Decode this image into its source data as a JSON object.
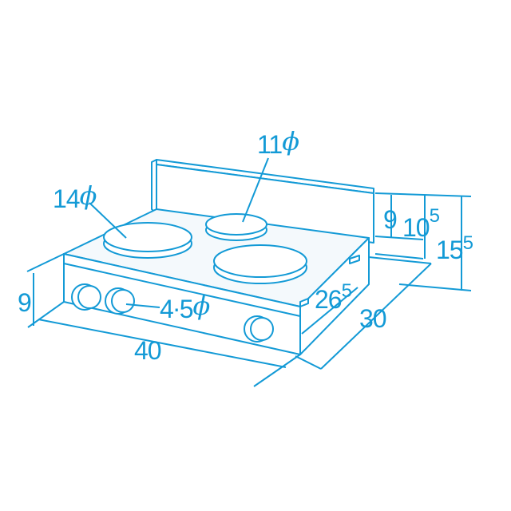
{
  "colors": {
    "outline": "#139ad6",
    "fill": "#ffffff",
    "surface": "#f4f9fc"
  },
  "burners": {
    "large_front": {
      "whole": "14",
      "phi": "ϕ"
    },
    "small_back": {
      "whole": "11",
      "phi": "ϕ"
    }
  },
  "knob": {
    "whole": "4",
    "decimal": "5",
    "phi": "ϕ"
  },
  "dimensions": {
    "width": "40",
    "front_height": "9",
    "backsplash_9": "9",
    "total_105": {
      "whole": "10",
      "decimal": "5"
    },
    "total_155": {
      "whole": "15",
      "decimal": "5"
    },
    "depth_265": {
      "whole": "26",
      "decimal": "5"
    },
    "depth_30": "30"
  }
}
